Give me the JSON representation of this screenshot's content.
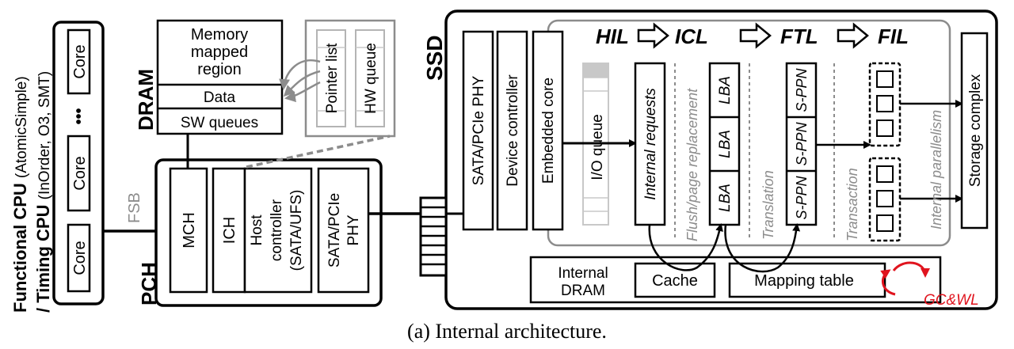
{
  "cpu": {
    "functional_prefix": "Functional CPU",
    "functional_modes": "(AtomicSimple)",
    "timing_prefix": "/ Timing CPU",
    "timing_modes": "(InOrder, O3, SMT)",
    "core_label": "Core",
    "ellipsis": "•••",
    "fsb_label": "FSB"
  },
  "pch": {
    "title": "PCH",
    "mch": "MCH",
    "ich": "ICH",
    "host_controller_line1": "Host",
    "host_controller_line2": "controller",
    "host_controller_line3": "(SATA/UFS)",
    "phy_line1": "SATA/PCIe",
    "phy_line2": "PHY"
  },
  "dram": {
    "title": "DRAM",
    "region_line1": "Memory",
    "region_line2": "mapped",
    "region_line3": "region",
    "data": "Data",
    "sw_queues": "SW queues",
    "pointer_list": "Pointer list",
    "hw_queue": "HW queue"
  },
  "ssd": {
    "title": "SSD",
    "phy": "SATA/PCIe PHY",
    "device_controller": "Device controller",
    "embedded_core": "Embedded core",
    "io_queue": "I/O queue",
    "internal_requests": "Internal requests",
    "flush_replacement": "Flush/page replacement",
    "translation": "Translation",
    "transaction": "Transaction",
    "internal_parallelism": "Internal parallelism",
    "storage_complex": "Storage complex",
    "lba": "LBA",
    "s_ppn": "S-PPN",
    "layers": [
      "HIL",
      "ICL",
      "FTL",
      "FIL"
    ],
    "internal_dram_line1": "Internal",
    "internal_dram_line2": "DRAM",
    "cache": "Cache",
    "mapping_table": "Mapping table",
    "gc_wl": "GC&WL"
  },
  "caption": "(a) Internal architecture.",
  "colors": {
    "accent_red": "#e0141e",
    "annotation_gray": "#8c8c8c",
    "queue_fill": "#e6e6e6"
  }
}
